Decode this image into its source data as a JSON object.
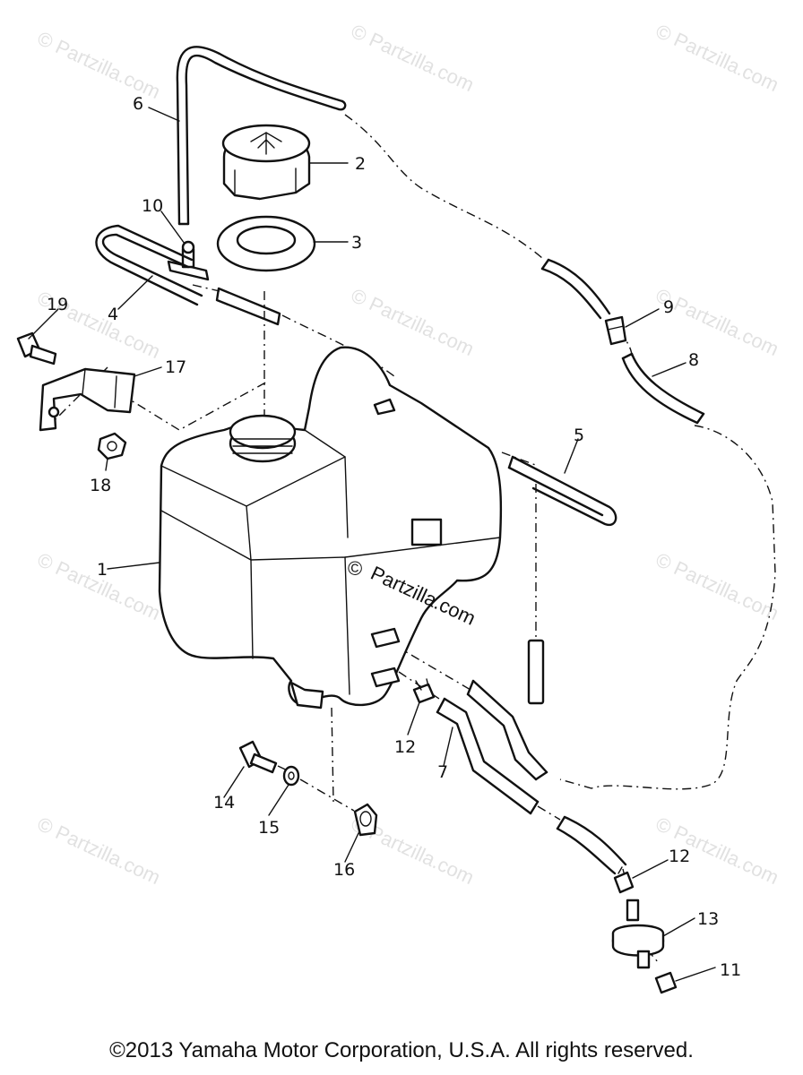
{
  "watermark_text": "© Partzilla.com",
  "center_watermark_symbol": "©",
  "center_watermark_text": "Partzilla.com",
  "copyright": "©2013 Yamaha Motor Corporation, U.S.A. All rights reserved.",
  "callouts": {
    "c1": "1",
    "c2": "2",
    "c3": "3",
    "c4": "4",
    "c5": "5",
    "c6": "6",
    "c7": "7",
    "c8": "8",
    "c9": "9",
    "c10": "10",
    "c11": "11",
    "c12a": "12",
    "c12b": "12",
    "c13": "13",
    "c14": "14",
    "c15": "15",
    "c16": "16",
    "c17": "17",
    "c18": "18",
    "c19": "19"
  }
}
